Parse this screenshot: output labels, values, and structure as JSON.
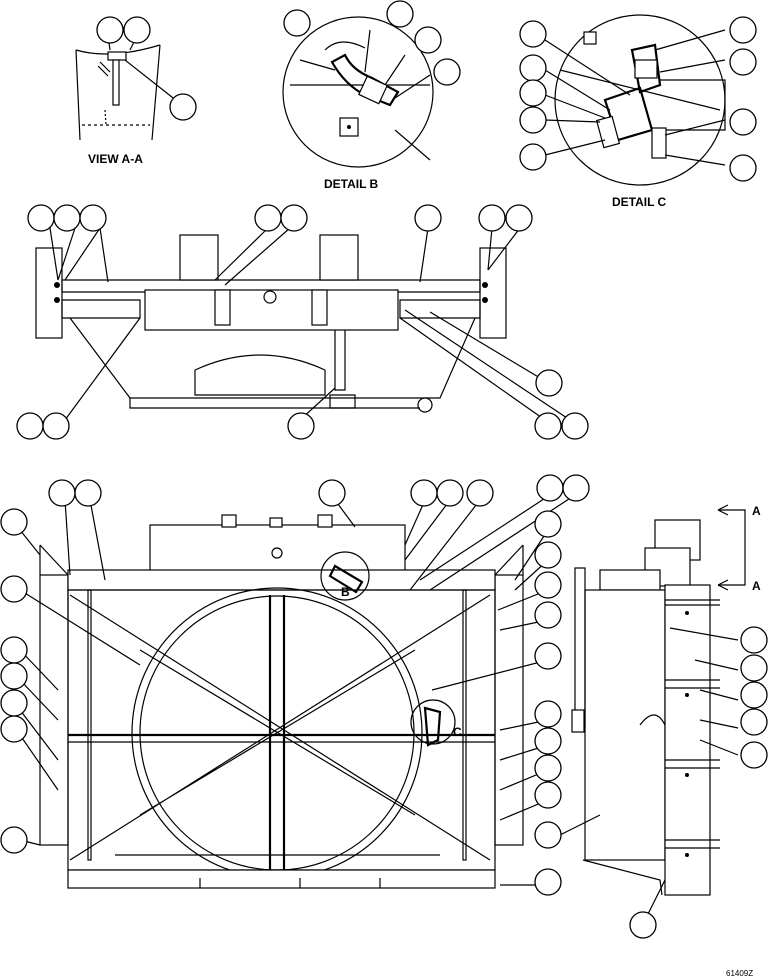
{
  "captions": {
    "view_a": "VIEW A-A",
    "detail_b": "DETAIL B",
    "detail_c": "DETAIL C",
    "mark_b": "B",
    "mark_c": "C",
    "section_top": "A",
    "section_bottom": "A",
    "drawing_number": "61409Z"
  }
}
